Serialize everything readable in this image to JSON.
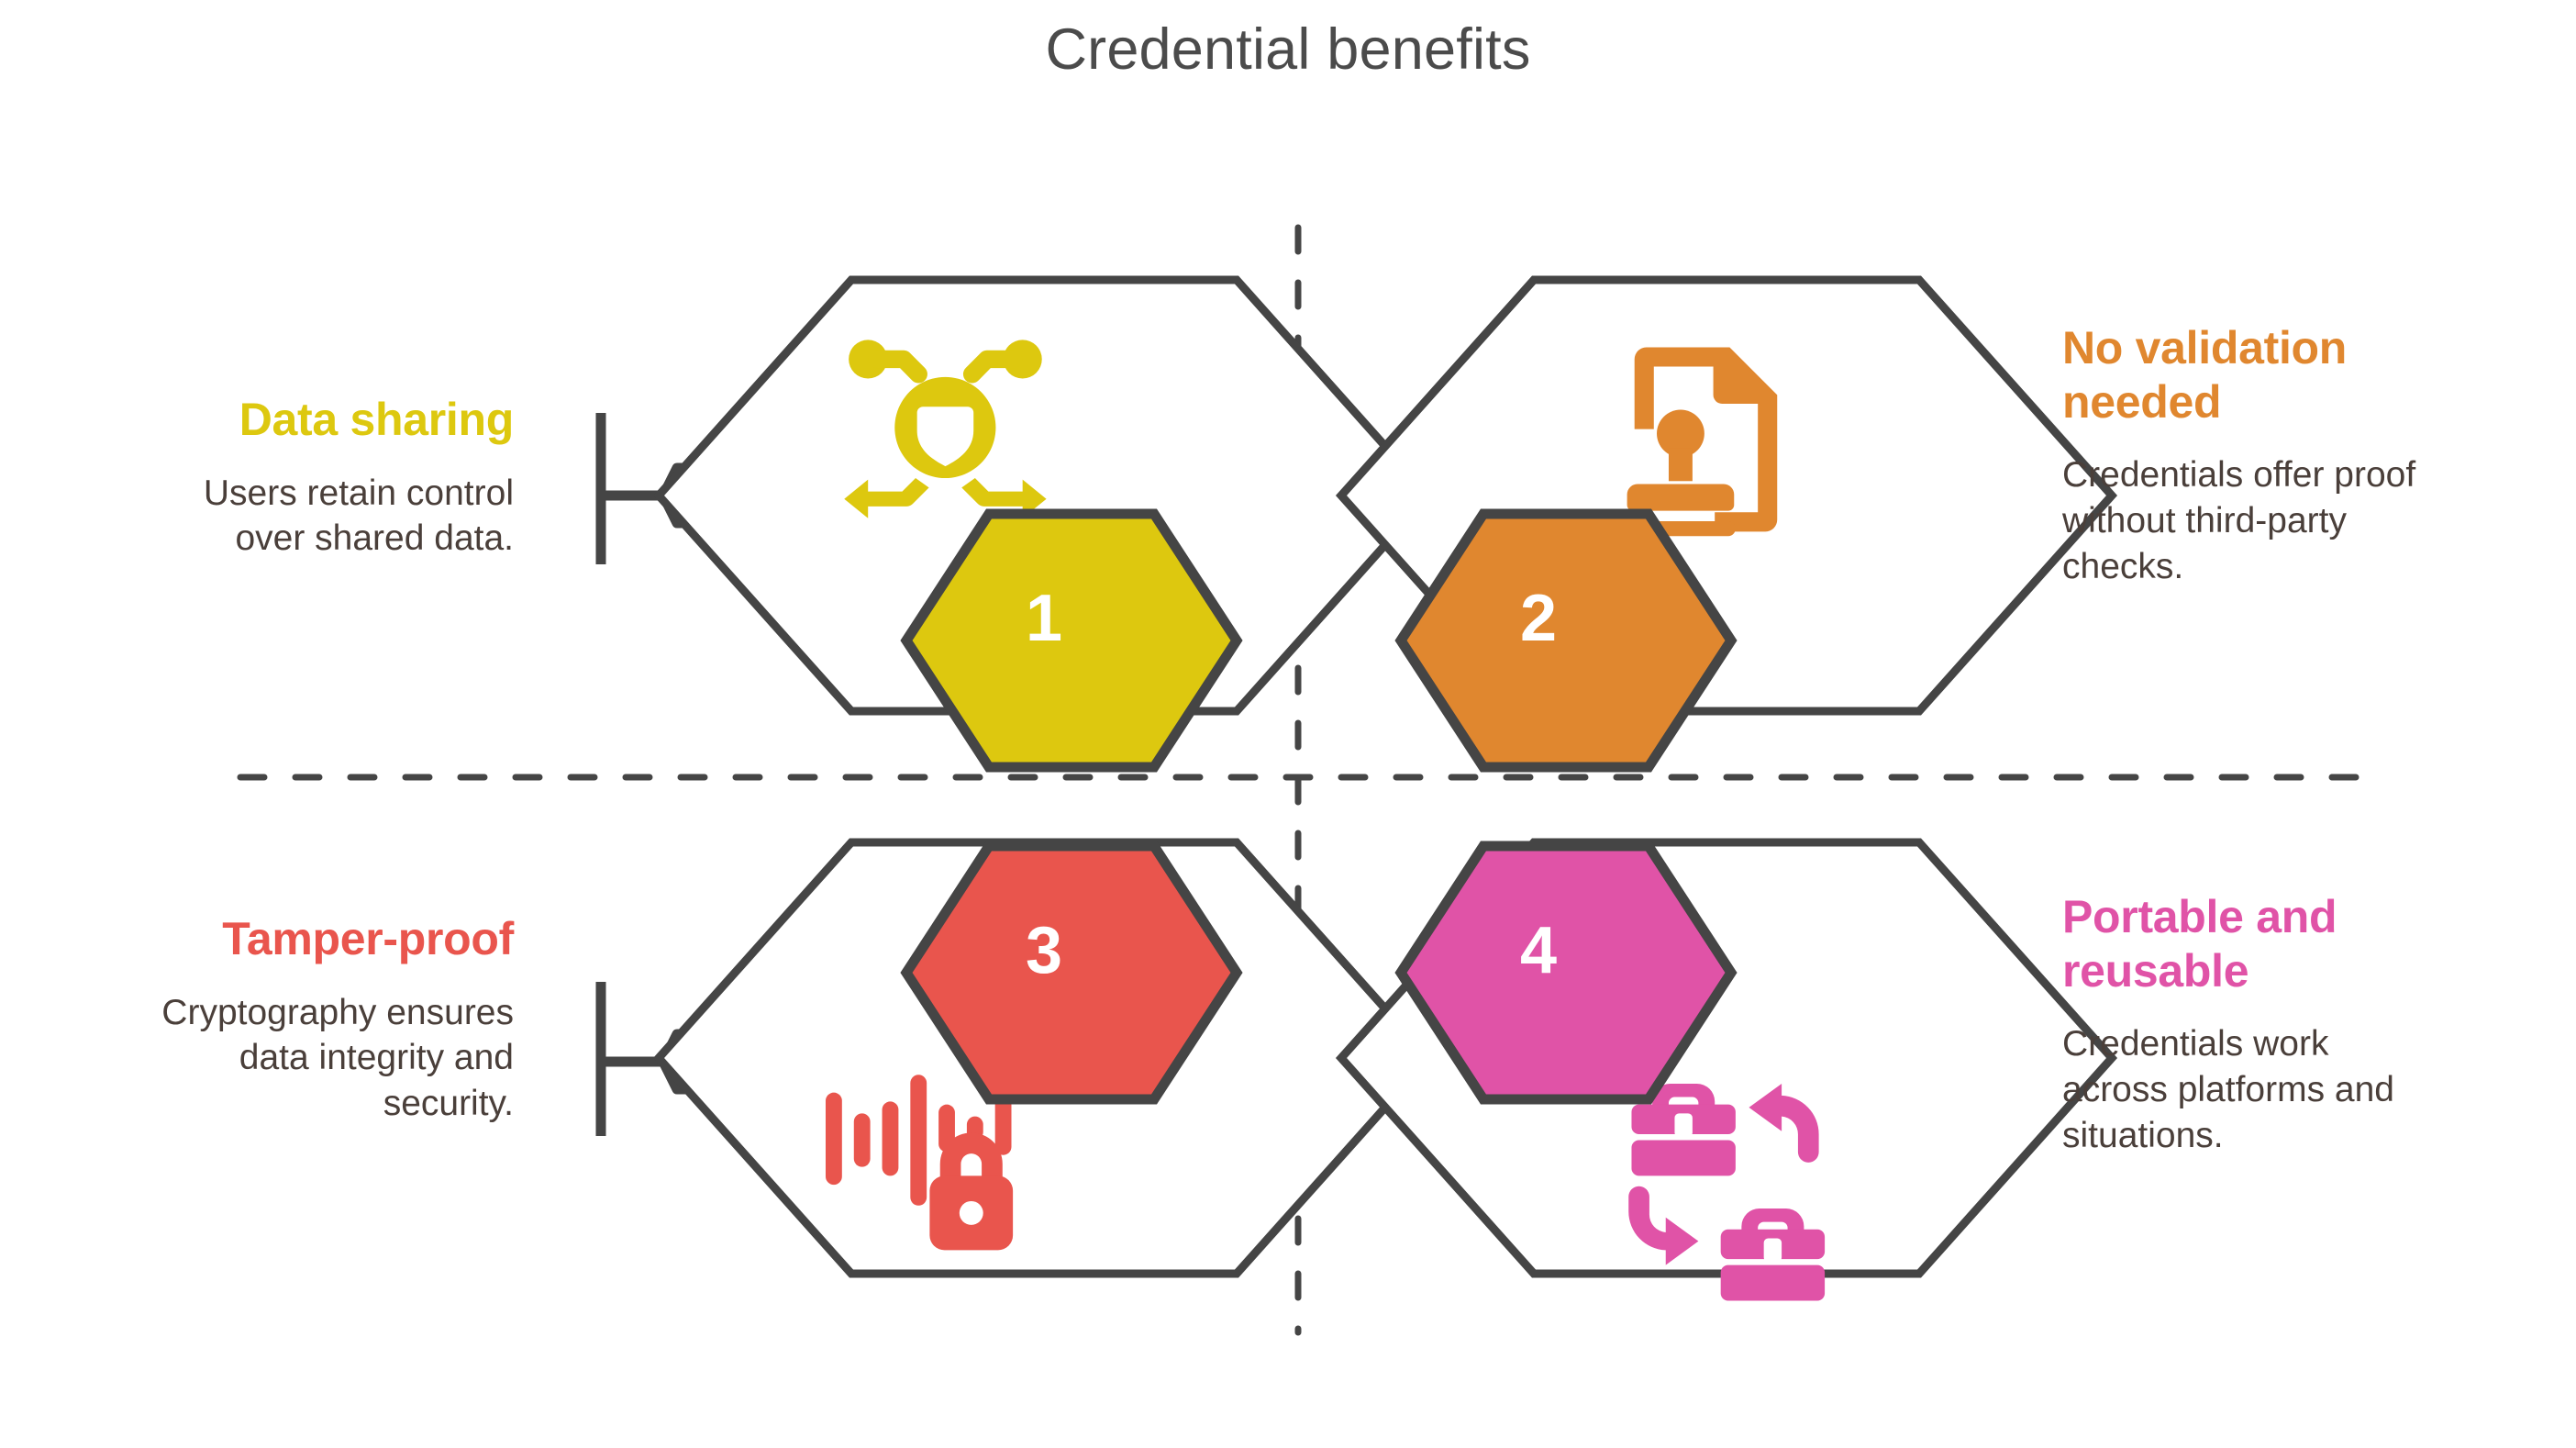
{
  "page": {
    "title": "Credential benefits",
    "background": "#ffffff",
    "title_color": "#4b4b4b",
    "outline_color": "#454545",
    "body_text_color": "#4a3f3a"
  },
  "quadrants": [
    {
      "number": "1",
      "heading": "Data sharing",
      "body": "Users retain control over shared data.",
      "color": "#ddc80f",
      "side": "left",
      "icon": "data-sharing-network-icon",
      "number_hex_position": "bottom-right",
      "icon_position": "top-left"
    },
    {
      "number": "2",
      "heading": "No validation needed",
      "body": "Credentials offer proof without third-party checks.",
      "color": "#e0872f",
      "side": "right",
      "icon": "stamped-document-icon",
      "number_hex_position": "bottom-left",
      "icon_position": "top-right"
    },
    {
      "number": "3",
      "heading": "Tamper-proof",
      "body": "Cryptography ensures data integrity and security.",
      "color": "#e9554d",
      "side": "left",
      "icon": "waveform-lock-icon",
      "number_hex_position": "top-right",
      "icon_position": "bottom-left"
    },
    {
      "number": "4",
      "heading": "Portable and reusable",
      "body": "Credentials work across platforms and situations.",
      "color": "#e053a7",
      "side": "right",
      "icon": "briefcase-exchange-icon",
      "number_hex_position": "top-left",
      "icon_position": "bottom-right"
    }
  ],
  "dividers": {
    "vertical_label": "vertical-dashed-divider",
    "horizontal_label": "horizontal-dashed-divider",
    "color": "#454545"
  }
}
